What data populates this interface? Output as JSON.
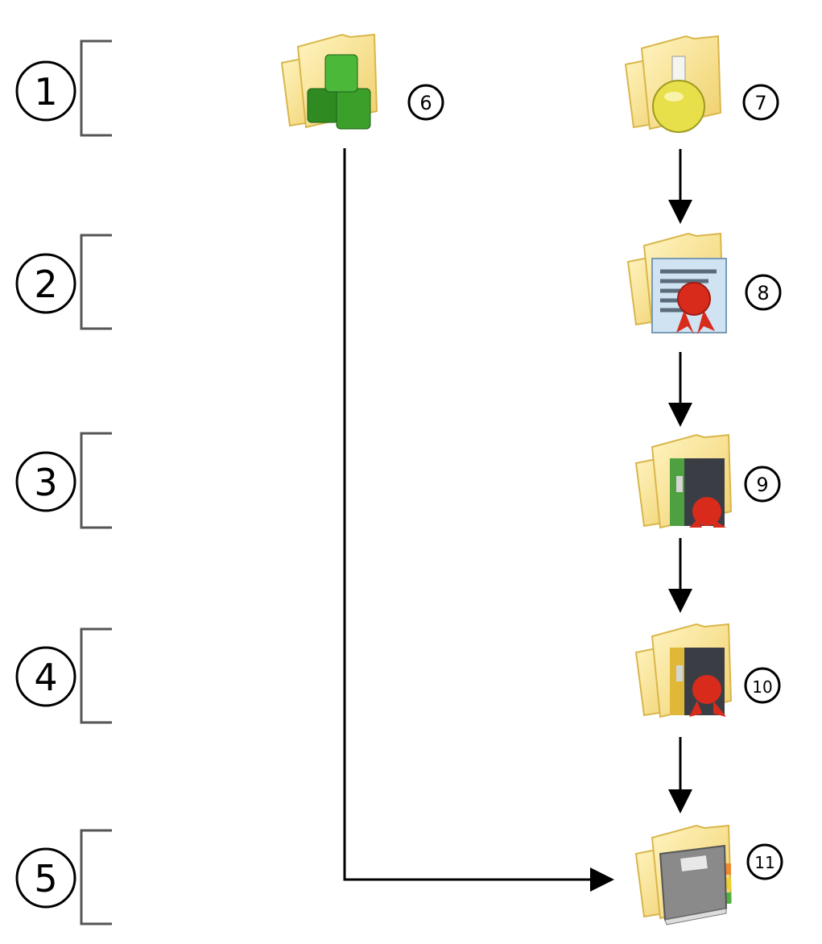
{
  "stages": [
    {
      "label": "1"
    },
    {
      "label": "2"
    },
    {
      "label": "3"
    },
    {
      "label": "4"
    },
    {
      "label": "5"
    }
  ],
  "nodes": [
    {
      "label": "6",
      "icon": "folder-green-cubes-icon"
    },
    {
      "label": "7",
      "icon": "folder-flask-icon"
    },
    {
      "label": "8",
      "icon": "folder-certificate-icon"
    },
    {
      "label": "9",
      "icon": "folder-binder-seal-icon"
    },
    {
      "label": "10",
      "icon": "folder-binder-seal-icon"
    },
    {
      "label": "11",
      "icon": "folder-book-icon"
    }
  ],
  "colors": {
    "folder": "#f7e08a",
    "folder_edge": "#d9b64a",
    "cube": "#3a9a2a",
    "seal": "#d92b1c",
    "bracket": "#555555"
  }
}
